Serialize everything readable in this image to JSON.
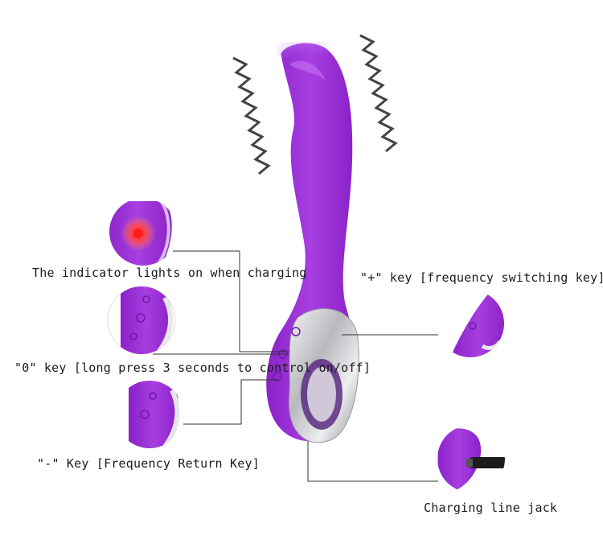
{
  "labels": {
    "indicator": "The indicator lights on when charging",
    "plus_key": "\"+\" key [frequency switching key]",
    "zero_key": "\"0\" key [long press 3 seconds to control on/off]",
    "minus_key": "\"-\" Key [Frequency Return Key]",
    "charging_jack": "Charging line jack"
  },
  "colors": {
    "body_purple": "#9b2fd8",
    "body_purple_light": "#c06af0",
    "chrome": "#d9d9dc",
    "indicator_red": "#ff2020",
    "leader_line": "#333333",
    "vibration_mark": "#444444"
  }
}
